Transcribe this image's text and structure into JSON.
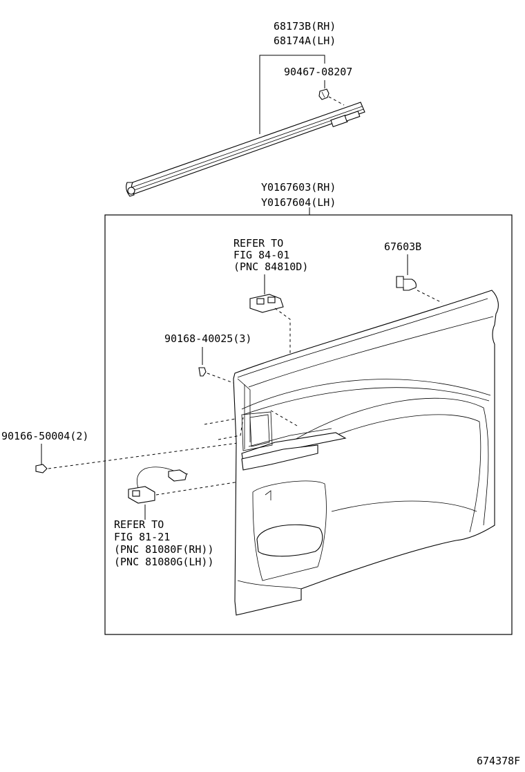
{
  "labels": {
    "weatherstrip_rh": "68173B(RH)",
    "weatherstrip_lh": "68174A(LH)",
    "clip": "90467-08207",
    "panel_rh": "Y0167603(RH)",
    "panel_lh": "Y0167604(LH)",
    "switch_ref_1": "REFER TO",
    "switch_ref_2": "FIG 84-01",
    "switch_ref_3": "(PNC 84810D)",
    "fastener_clip": "67603B",
    "screw_upper": "90168-40025(3)",
    "screw_lower": "90166-50004(2)",
    "lamp_ref_1": "REFER TO",
    "lamp_ref_2": "FIG 81-21",
    "lamp_ref_3": "(PNC 81080F(RH))",
    "lamp_ref_4": "(PNC 81080G(LH))",
    "figure_id": "674378F"
  }
}
